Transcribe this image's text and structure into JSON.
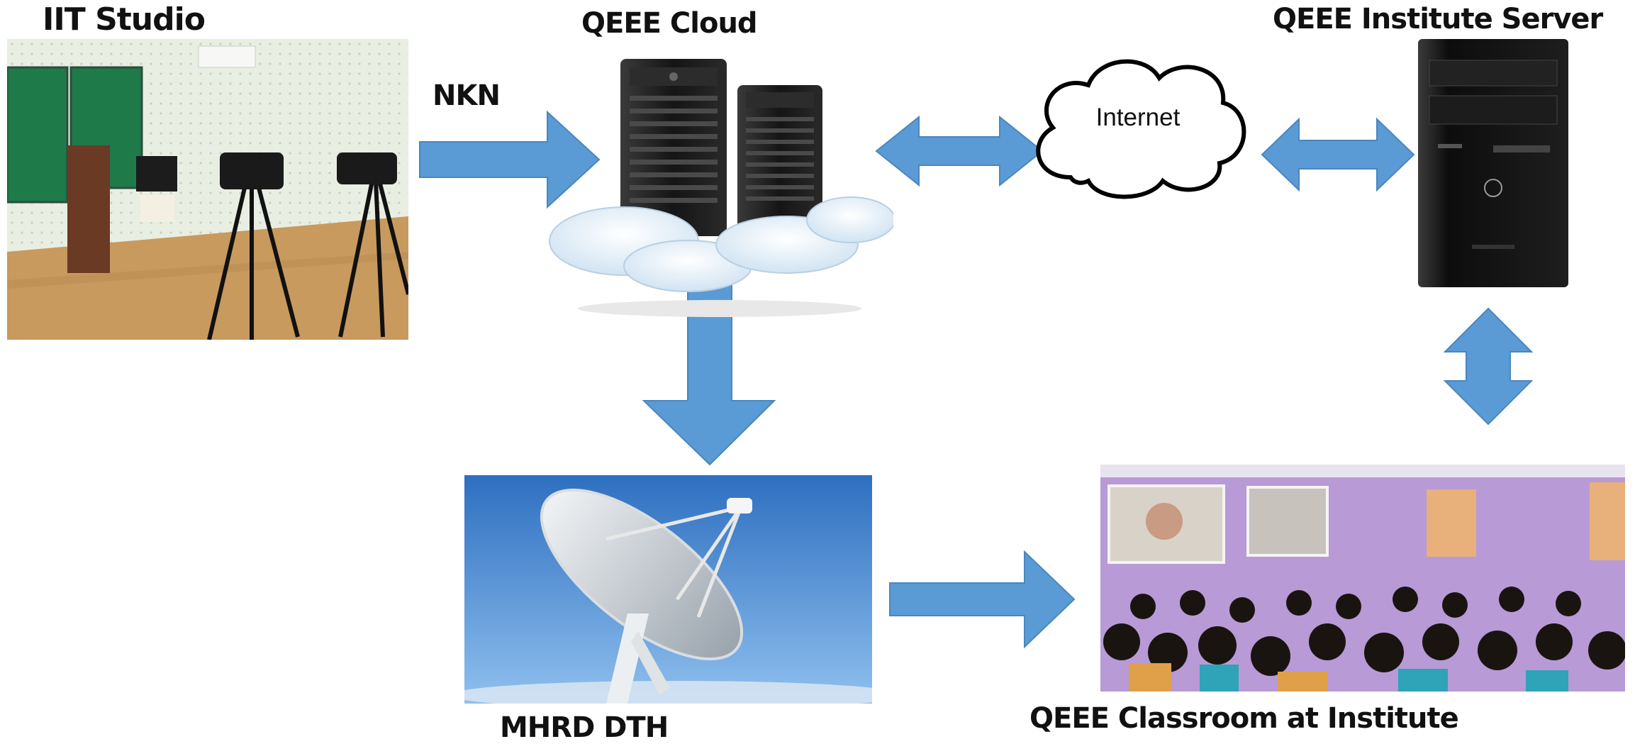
{
  "labels": {
    "iit_studio": "IIT Studio",
    "qeee_cloud": "QEEE Cloud",
    "qeee_institute_server": "QEEE Institute Server",
    "nkn": "NKN",
    "internet": "Internet",
    "mhrd_dth": "MHRD DTH",
    "qeee_classroom": "QEEE Classroom at Institute"
  },
  "colors": {
    "arrow": "#5b9bd5",
    "arrow_stroke": "#4a86be",
    "green_board": "#1f7a4a",
    "sky_top": "#2e6fc0",
    "sky_bottom": "#8fc0ee",
    "wall_lilac": "#b79ad6",
    "pc_body": "#1a1a1a"
  },
  "icons": {
    "studio": "studio-photo",
    "cloud_servers": "server-rack-cloud-icon",
    "internet_cloud": "cloud-icon",
    "institute_pc": "desktop-tower-icon",
    "dish": "satellite-dish-photo",
    "classroom": "classroom-photo"
  }
}
